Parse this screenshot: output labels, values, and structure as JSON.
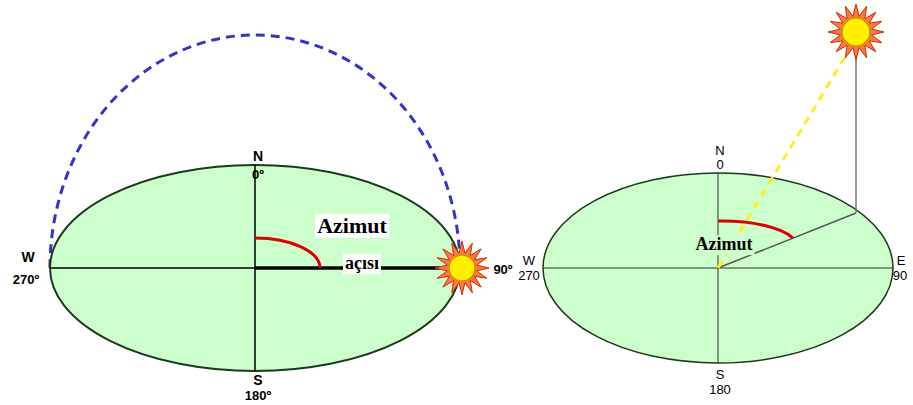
{
  "diagram": {
    "labels": [
      "N",
      "0º",
      "W",
      "270º",
      "S",
      "180º",
      "Azimut",
      "açısı",
      "90º",
      "N",
      "0",
      "W",
      "270",
      "S",
      "180",
      "E",
      "90",
      "Azimut"
    ]
  }
}
